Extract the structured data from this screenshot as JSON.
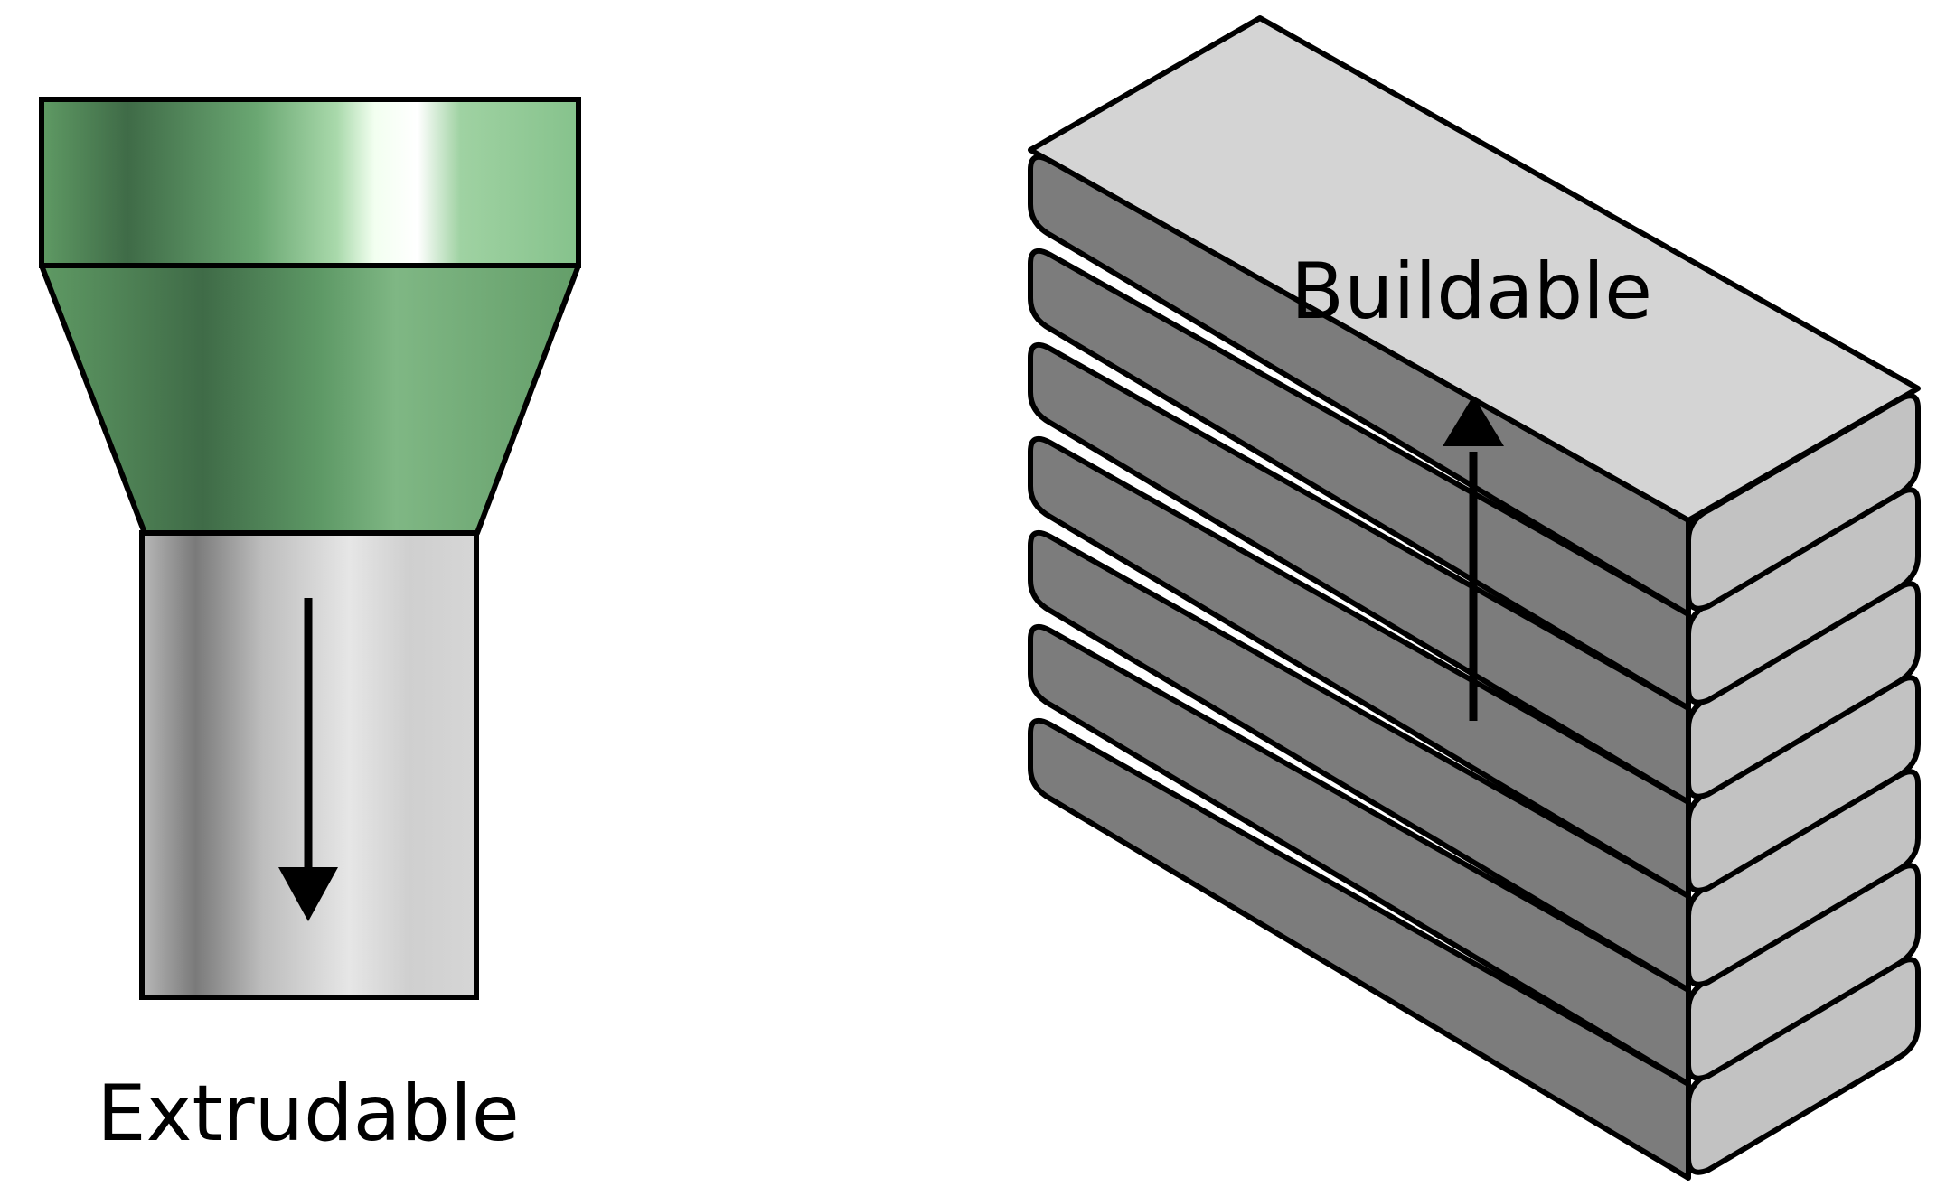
{
  "labels": {
    "extrudable": "Extrudable",
    "buildable": "Buildable"
  },
  "colors": {
    "outline": "#000000",
    "nozzle_green": "#5f9a64",
    "nozzle_highlight": "#f2fff0",
    "tube_gray": "#c8c8c8",
    "layer_top": "#d4d4d4",
    "layer_front": "#7c7c7c",
    "layer_side": "#c2c2c2",
    "background": "#ffffff"
  },
  "layers": {
    "count": 7
  }
}
